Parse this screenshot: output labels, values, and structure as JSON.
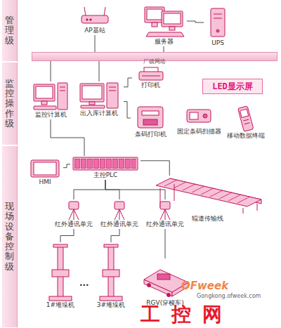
{
  "diagram": {
    "nodes": [
      {
        "text": [
          "管理级"
        ]
      },
      {
        "text": [
          "监控操作级"
        ]
      },
      {
        "text": [
          "现场设备控制级"
        ]
      },
      {
        "text": [
          "AP基站"
        ]
      },
      {
        "text": [
          "服务器"
        ]
      },
      {
        "text": [
          "UPS"
        ]
      },
      {
        "text": [
          "厂级网络"
        ]
      },
      {
        "text": [
          "LED显示屏"
        ]
      },
      {
        "text": [
          "打印机"
        ]
      },
      {
        "text": [
          "监控计算机"
        ]
      },
      {
        "text": [
          "出入库计算机"
        ]
      },
      {
        "text": [
          "条码打印机"
        ]
      },
      {
        "text": [
          "固定条码扫描器"
        ]
      },
      {
        "text": [
          "移动数据终端"
        ]
      },
      {
        "text": [
          "HMI"
        ]
      },
      {
        "text": [
          "主控PLC"
        ]
      },
      {
        "text": [
          "辊道传输线"
        ]
      },
      {
        "text": [
          "红外通讯单元"
        ]
      },
      {
        "text": [
          "红外通讯单元"
        ]
      },
      {
        "text": [
          "红外通讯单元"
        ]
      },
      {
        "text": [
          "1#堆垛机"
        ]
      },
      {
        "text": [
          "3#堆垛机"
        ]
      },
      {
        "text": [
          "RGV(穿梭车)"
        ]
      }
    ],
    "edges": [
      {
        "from": 3,
        "to": 6,
        "arrow": "none"
      },
      {
        "from": 4,
        "to": 6,
        "arrow": "none"
      },
      {
        "from": 4,
        "to": 5,
        "arrow": "none"
      },
      {
        "from": 6,
        "to": 9,
        "arrow": "none"
      },
      {
        "from": 6,
        "to": 10,
        "arrow": "none"
      },
      {
        "from": 10,
        "to": 8,
        "arrow": "none"
      },
      {
        "from": 10,
        "to": 11,
        "arrow": "none"
      },
      {
        "from": 9,
        "to": 15,
        "arrow": "none"
      },
      {
        "from": 14,
        "to": 15,
        "arrow": "none"
      },
      {
        "from": 15,
        "to": 16,
        "arrow": "none"
      },
      {
        "from": 15,
        "to": 17,
        "arrow": "none"
      },
      {
        "from": 15,
        "to": 18,
        "arrow": "none"
      },
      {
        "from": 15,
        "to": 19,
        "arrow": "none"
      },
      {
        "from": 17,
        "to": 20,
        "arrow": "none"
      },
      {
        "from": 18,
        "to": 21,
        "arrow": "none"
      },
      {
        "from": 19,
        "to": 22,
        "arrow": "none"
      }
    ],
    "labels": [
      "...",
      "OFweek",
      "Gongkong.ofweek.com",
      "工控网"
    ]
  }
}
